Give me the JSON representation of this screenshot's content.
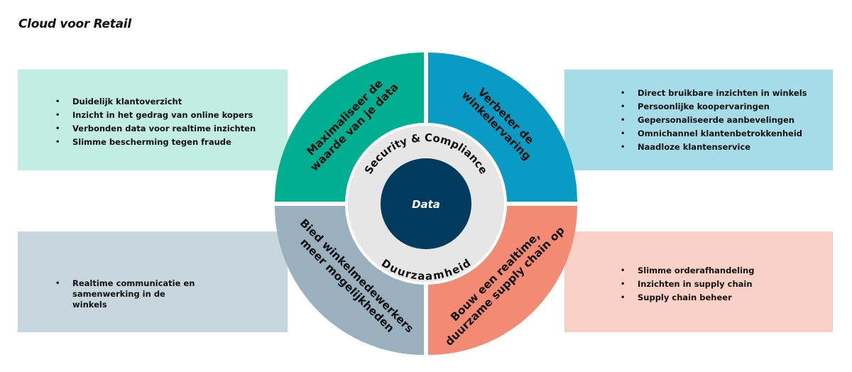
{
  "title": "Cloud voor Retail",
  "center": {
    "label": "Data"
  },
  "ring": {
    "top": "Security & Compliance",
    "bottom": "Duurzaamheid"
  },
  "quadrants": {
    "top_left": {
      "line1": "Maximaliseer de",
      "line2": "waarde van je data",
      "color": "#00AF8F",
      "box_color": "#C2EDE3",
      "bullets": [
        "Duidelijk klantoverzicht",
        "Inzicht in het gedrag van online kopers",
        "Verbonden data voor realtime inzichten",
        "Slimme bescherming tegen fraude"
      ]
    },
    "top_right": {
      "line1": "Verbeter de",
      "line2": "winkelervaring",
      "color": "#0A9BC4",
      "box_color": "#A6DBE8",
      "bullets": [
        "Direct bruikbare inzichten in winkels",
        "Persoonlijke koopervaringen",
        "Gepersonaliseerde aanbevelingen",
        "Omnichannel klantenbetrokkenheid",
        "Naadloze klantenservice"
      ]
    },
    "bottom_left": {
      "line1": "Bied winkelmedewerkers",
      "line2": "meer mogelijkheden",
      "color": "#9AB0BF",
      "box_color": "#C8D6DE",
      "bullets": [
        "Realtime communicatie en samenwerking in de winkels"
      ]
    },
    "bottom_right": {
      "line1": "Bouw een realtime,",
      "line2": "duurzame supply chain op",
      "color": "#F38A74",
      "box_color": "#F9D0C6",
      "bullets": [
        "Slimme orderafhandeling",
        "Inzichten in supply chain",
        "Supply chain beheer"
      ]
    }
  }
}
